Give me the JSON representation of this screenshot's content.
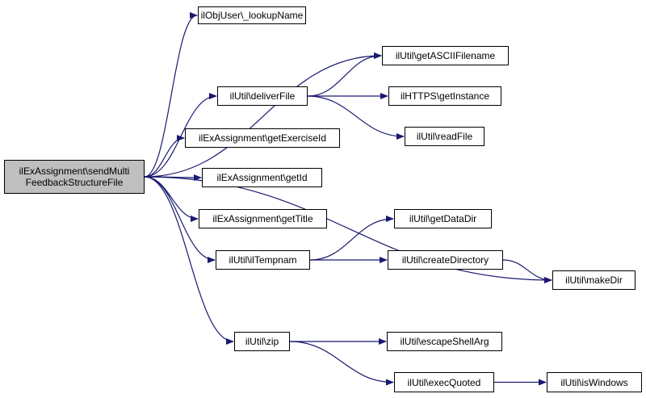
{
  "diagram": {
    "colors": {
      "edge": "#191970",
      "focus_fill": "#bfbfbf",
      "node_fill": "#ffffff",
      "border": "#000000"
    },
    "root": {
      "line1": "ilExAssignment\\sendMulti",
      "line2": "FeedbackStructureFile"
    },
    "nodes": {
      "lookupName": "ilObjUser\\_lookupName",
      "getASCIIFilename": "ilUtil\\getASCIIFilename",
      "deliverFile": "ilUtil\\deliverFile",
      "getInstance": "ilHTTPS\\getInstance",
      "readFile": "ilUtil\\readFile",
      "getExerciseId": "ilExAssignment\\getExerciseId",
      "getId": "ilExAssignment\\getId",
      "getTitle": "ilExAssignment\\getTitle",
      "getDataDir": "ilUtil\\getDataDir",
      "ilTempnam": "ilUtil\\ilTempnam",
      "createDirectory": "ilUtil\\createDirectory",
      "makeDir": "ilUtil\\makeDir",
      "zip": "ilUtil\\zip",
      "escapeShellArg": "ilUtil\\escapeShellArg",
      "execQuoted": "ilUtil\\execQuoted",
      "isWindows": "ilUtil\\isWindows"
    },
    "edges": [
      [
        "root",
        "lookupName"
      ],
      [
        "root",
        "getASCIIFilename"
      ],
      [
        "root",
        "deliverFile"
      ],
      [
        "root",
        "getExerciseId"
      ],
      [
        "root",
        "getId"
      ],
      [
        "root",
        "getTitle"
      ],
      [
        "root",
        "ilTempnam"
      ],
      [
        "root",
        "makeDir"
      ],
      [
        "root",
        "zip"
      ],
      [
        "deliverFile",
        "getASCIIFilename"
      ],
      [
        "deliverFile",
        "getInstance"
      ],
      [
        "deliverFile",
        "readFile"
      ],
      [
        "ilTempnam",
        "getDataDir"
      ],
      [
        "ilTempnam",
        "createDirectory"
      ],
      [
        "createDirectory",
        "makeDir"
      ],
      [
        "zip",
        "escapeShellArg"
      ],
      [
        "zip",
        "execQuoted"
      ],
      [
        "execQuoted",
        "isWindows"
      ]
    ]
  }
}
